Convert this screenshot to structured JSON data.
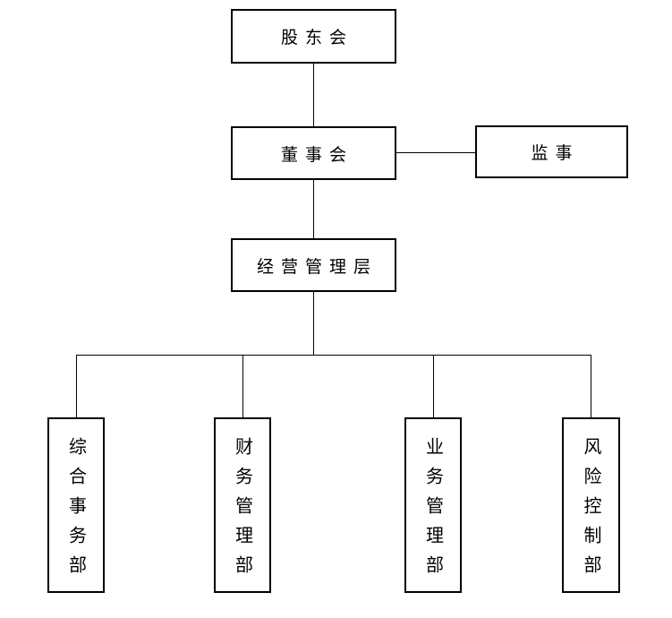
{
  "diagram": {
    "type": "org-chart",
    "colors": {
      "background": "#ffffff",
      "line": "#000000",
      "box_border": "#000000",
      "text": "#000000"
    },
    "nodes": {
      "shareholders": {
        "label": "股东会"
      },
      "board": {
        "label": "董事会"
      },
      "supervisor": {
        "label": "监事"
      },
      "management": {
        "label": "经营管理层"
      },
      "dept_general": {
        "label": "综合事务部"
      },
      "dept_finance": {
        "label": "财务管理部"
      },
      "dept_business": {
        "label": "业务管理部"
      },
      "dept_risk": {
        "label": "风险控制部"
      }
    },
    "edges": [
      {
        "from": "股东会",
        "to": "董事会"
      },
      {
        "from": "董事会",
        "to": "监事"
      },
      {
        "from": "董事会",
        "to": "经营管理层"
      },
      {
        "from": "经营管理层",
        "to": "综合事务部"
      },
      {
        "from": "经营管理层",
        "to": "财务管理部"
      },
      {
        "from": "经营管理层",
        "to": "业务管理部"
      },
      {
        "from": "经营管理层",
        "to": "风险控制部"
      }
    ]
  }
}
